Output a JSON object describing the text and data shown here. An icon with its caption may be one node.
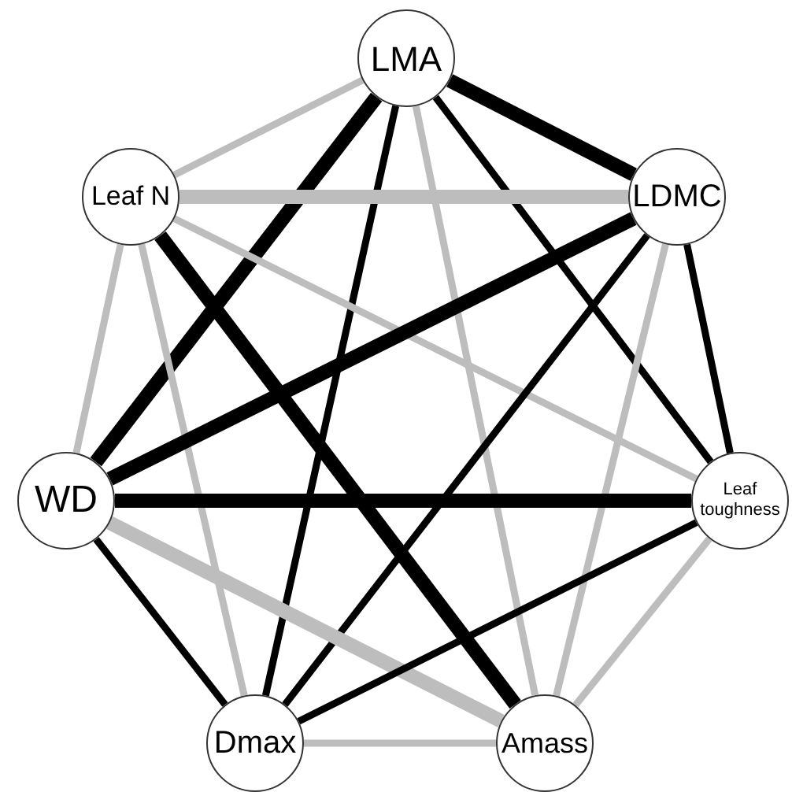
{
  "diagram": {
    "nodes": [
      {
        "text": [
          "LMA"
        ]
      },
      {
        "text": [
          "Leaf N"
        ]
      },
      {
        "text": [
          "LDMC"
        ]
      },
      {
        "text": [
          "WD"
        ]
      },
      {
        "text": [
          "Leaf toughness"
        ]
      },
      {
        "text": [
          "Dmax"
        ]
      },
      {
        "text": [
          "Amass"
        ]
      }
    ],
    "edges": [
      {
        "from": 0,
        "to": 1,
        "arrow": "none",
        "color": "#bdbdbd"
      },
      {
        "from": 0,
        "to": 2,
        "arrow": "none",
        "style": "thick"
      },
      {
        "from": 0,
        "to": 3,
        "arrow": "none",
        "style": "thick"
      },
      {
        "from": 0,
        "to": 5,
        "arrow": "none"
      },
      {
        "from": 0,
        "to": 6,
        "arrow": "none",
        "color": "#bdbdbd"
      },
      {
        "from": 0,
        "to": 4,
        "arrow": "none"
      },
      {
        "from": 1,
        "to": 2,
        "arrow": "none",
        "style": "thick",
        "color": "#bdbdbd"
      },
      {
        "from": 1,
        "to": 3,
        "arrow": "none",
        "color": "#bdbdbd"
      },
      {
        "from": 1,
        "to": 5,
        "arrow": "none",
        "color": "#bdbdbd"
      },
      {
        "from": 1,
        "to": 6,
        "arrow": "none",
        "style": "thick"
      },
      {
        "from": 1,
        "to": 4,
        "arrow": "none",
        "color": "#bdbdbd"
      },
      {
        "from": 2,
        "to": 3,
        "arrow": "none",
        "style": "thick"
      },
      {
        "from": 2,
        "to": 5,
        "arrow": "none"
      },
      {
        "from": 2,
        "to": 6,
        "arrow": "none",
        "color": "#bdbdbd"
      },
      {
        "from": 2,
        "to": 4,
        "arrow": "none"
      },
      {
        "from": 3,
        "to": 4,
        "arrow": "none",
        "style": "thick"
      },
      {
        "from": 3,
        "to": 5,
        "arrow": "none"
      },
      {
        "from": 3,
        "to": 6,
        "arrow": "none",
        "style": "thick",
        "color": "#bdbdbd"
      },
      {
        "from": 4,
        "to": 5,
        "arrow": "none"
      },
      {
        "from": 4,
        "to": 6,
        "arrow": "none",
        "color": "#bdbdbd"
      },
      {
        "from": 5,
        "to": 6,
        "arrow": "none",
        "color": "#bdbdbd"
      }
    ]
  }
}
